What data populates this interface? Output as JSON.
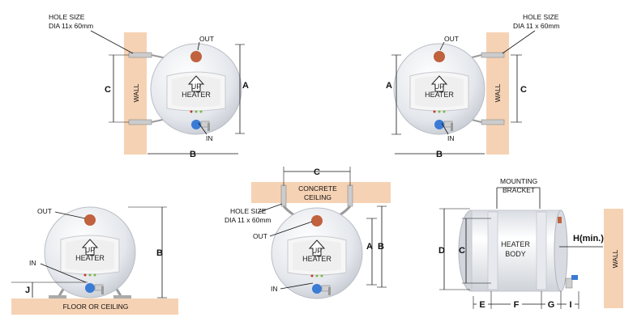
{
  "title": "",
  "labels": {
    "hole_size": "HOLE SIZE",
    "hole_dia_a": "DIA 11x 60mm",
    "hole_dia_b": "DIA 11 x 60mm",
    "out": "OUT",
    "in": "IN",
    "up": "UP",
    "heater": "HEATER",
    "wall": "WALL",
    "floor_or_ceiling": "FLOOR OR CEILING",
    "concrete": "CONCRETE",
    "ceiling": "CEILING",
    "mounting": "MOUNTING",
    "bracket": "BRACKET",
    "heater_body_1": "HEATER",
    "heater_body_2": "BODY",
    "h_min": "H(min.)"
  },
  "dimensions": {
    "A": "A",
    "B": "B",
    "C": "C",
    "D": "D",
    "E": "E",
    "F": "F",
    "G": "G",
    "I": "I",
    "J": "J"
  },
  "colors": {
    "wall": "#f6d2b4",
    "heater_body": "#e7e9ee",
    "panel": "#f7f7f7",
    "outlet": "#c0623e",
    "inlet": "#3a7bd5"
  }
}
